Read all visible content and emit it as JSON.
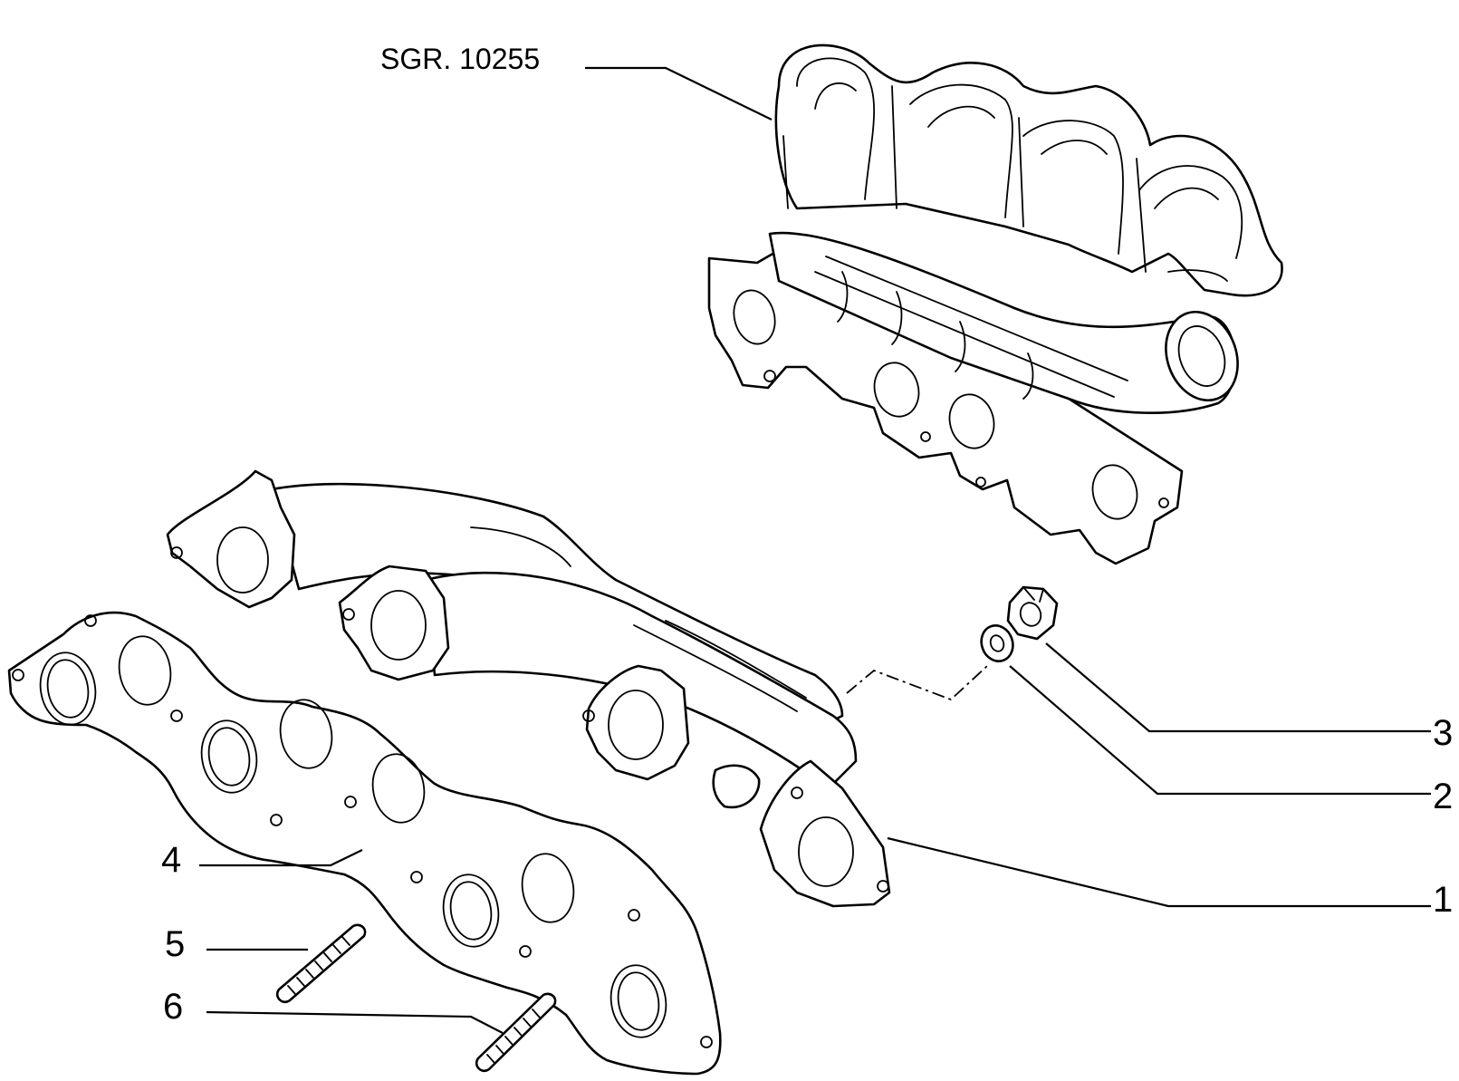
{
  "diagram": {
    "reference_label": "SGR. 10255",
    "callouts": [
      {
        "id": "1",
        "text": "1"
      },
      {
        "id": "2",
        "text": "2"
      },
      {
        "id": "3",
        "text": "3"
      },
      {
        "id": "4",
        "text": "4"
      },
      {
        "id": "5",
        "text": "5"
      },
      {
        "id": "6",
        "text": "6"
      }
    ]
  },
  "colors": {
    "line": "#000000",
    "background": "#ffffff"
  }
}
